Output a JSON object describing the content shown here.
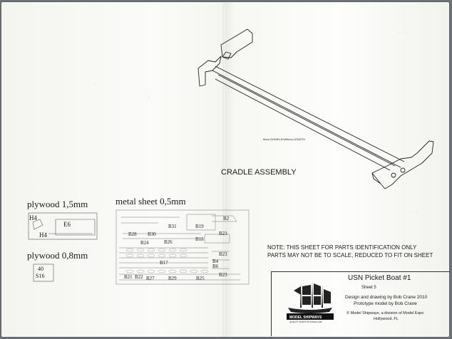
{
  "drawing": {
    "assembly_title": "CRADLE ASSEMBLY",
    "dowel_note": "5mm DOWELS/180mm LENGTH"
  },
  "materials": {
    "plywood_15": {
      "heading": "plywood 1,5mm",
      "parts": [
        "H4",
        "E6",
        "H4"
      ]
    },
    "plywood_08": {
      "heading": "plywood 0,8mm",
      "parts": [
        "40",
        "S16"
      ]
    },
    "metal_sheet": {
      "heading": "metal sheet 0,5mm",
      "parts": [
        "B2",
        "B19",
        "B23",
        "B31",
        "B28",
        "B30",
        "B18",
        "B24",
        "B26",
        "B23",
        "B17",
        "B4",
        "B6",
        "B23",
        "B21",
        "B22",
        "B27",
        "B29",
        "B25"
      ]
    }
  },
  "note": {
    "line1": "NOTE: THIS SHEET FOR PARTS IDENTIFICATION ONLY",
    "line2": "PARTS MAY NOT BE TO SCALE, REDUCED TO FIT ON SHEET"
  },
  "title_block": {
    "title": "USN Picket Boat #1",
    "sheet": "Sheet 5",
    "design": "Design and drawing by Bob Crane 2010",
    "prototype": "Prototype model by Bob Crane",
    "copyright": "©  Model Shipways, a division of  Model Expo",
    "city": "Hollywood, FL",
    "logo_text": "MODEL SHIPWAYS",
    "logo_sub": "QUALITY SHIP KITS SINCE 1946"
  }
}
